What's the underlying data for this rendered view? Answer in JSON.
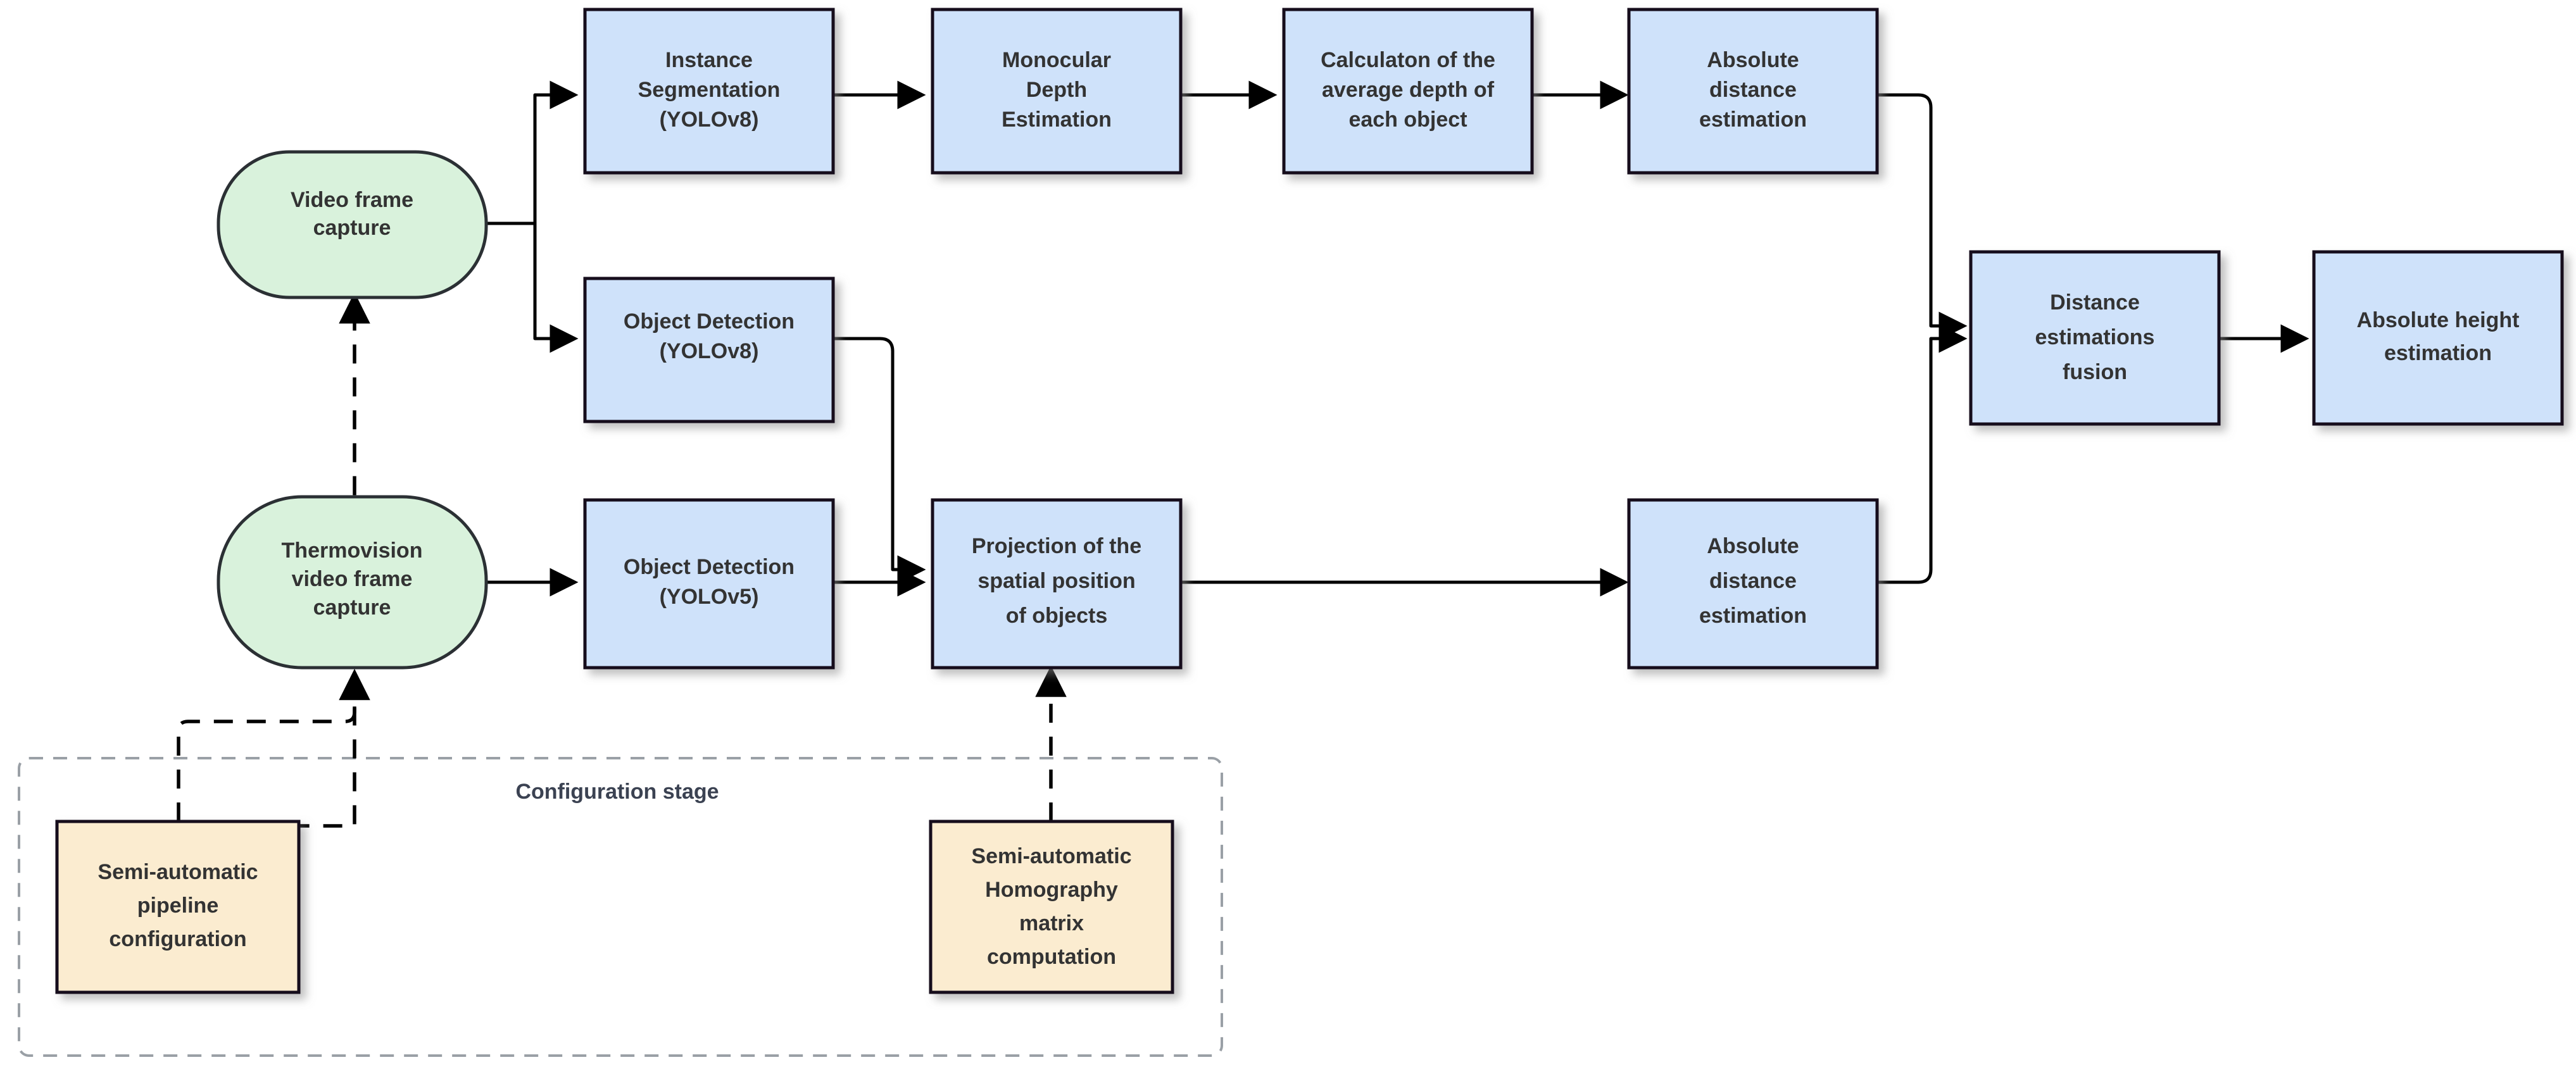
{
  "diagram": {
    "title_text": "",
    "colors": {
      "process_fill": "#cfe2fa",
      "terminator_fill": "#d9f2dc",
      "config_fill": "#fbecd0",
      "node_stroke": "#12101a",
      "edge_stroke": "#000000",
      "group_stroke": "#9aa0a6",
      "text": "#333333"
    },
    "group": {
      "label": "Configuration stage"
    },
    "nodes": {
      "video_frame_capture": {
        "label": "Video frame\ncapture",
        "lines": [
          "Video frame",
          "capture"
        ],
        "shape": "terminator"
      },
      "thermovision_capture": {
        "label": "Thermovision\nvideo frame\ncapture",
        "lines": [
          "Thermovision",
          "video frame",
          "capture"
        ],
        "shape": "terminator"
      },
      "instance_segmentation": {
        "label": "Instance\nSegmentation\n(YOLOv8)",
        "lines": [
          "Instance",
          "Segmentation",
          "(YOLOv8)"
        ],
        "shape": "process"
      },
      "monocular_depth": {
        "label": "Monocular\nDepth\nEstimation",
        "lines": [
          "Monocular",
          "Depth",
          "Estimation"
        ],
        "shape": "process"
      },
      "average_depth": {
        "label": "Calculaton of the\naverage depth of\neach object",
        "lines": [
          "Calculaton of the",
          "average depth of",
          "each object"
        ],
        "shape": "process"
      },
      "absolute_distance_top": {
        "label": "Absolute\ndistance\nestimation",
        "lines": [
          "Absolute",
          "distance",
          "estimation"
        ],
        "shape": "process"
      },
      "object_detection_v8": {
        "label": "Object Detection\n(YOLOv8)",
        "lines": [
          "Object Detection",
          "(YOLOv8)"
        ],
        "shape": "process"
      },
      "object_detection_v5": {
        "label": "Object Detection\n(YOLOv5)",
        "lines": [
          "Object Detection",
          "(YOLOv5)"
        ],
        "shape": "process"
      },
      "spatial_projection": {
        "label": "Projection of the\nspatial position\nof objects",
        "lines": [
          "Projection of the",
          "spatial position",
          "of objects"
        ],
        "shape": "process"
      },
      "absolute_distance_bottom": {
        "label": "Absolute\ndistance\nestimation",
        "lines": [
          "Absolute",
          "distance",
          "estimation"
        ],
        "shape": "process"
      },
      "distance_fusion": {
        "label": "Distance\nestimations\nfusion",
        "lines": [
          "Distance",
          "estimations",
          "fusion"
        ],
        "shape": "process"
      },
      "absolute_height": {
        "label": "Absolute height\nestimation",
        "lines": [
          "Absolute height",
          "estimation"
        ],
        "shape": "process"
      },
      "pipeline_configuration": {
        "label": "Semi-automatic\npipeline\nconfiguration",
        "lines": [
          "Semi-automatic",
          "pipeline",
          "configuration"
        ],
        "shape": "config"
      },
      "homography_computation": {
        "label": "Semi-automatic\nHomography\nmatrix\ncomputation",
        "lines": [
          "Semi-automatic",
          "Homography",
          "matrix",
          "computation"
        ],
        "shape": "config"
      }
    },
    "edges": [
      {
        "from": "video_frame_capture",
        "to": "instance_segmentation",
        "style": "solid"
      },
      {
        "from": "video_frame_capture",
        "to": "object_detection_v8",
        "style": "solid"
      },
      {
        "from": "instance_segmentation",
        "to": "monocular_depth",
        "style": "solid"
      },
      {
        "from": "monocular_depth",
        "to": "average_depth",
        "style": "solid"
      },
      {
        "from": "average_depth",
        "to": "absolute_distance_top",
        "style": "solid"
      },
      {
        "from": "absolute_distance_top",
        "to": "distance_fusion",
        "style": "solid"
      },
      {
        "from": "object_detection_v8",
        "to": "spatial_projection",
        "style": "solid"
      },
      {
        "from": "thermovision_capture",
        "to": "object_detection_v5",
        "style": "solid"
      },
      {
        "from": "object_detection_v5",
        "to": "spatial_projection",
        "style": "solid"
      },
      {
        "from": "spatial_projection",
        "to": "absolute_distance_bottom",
        "style": "solid"
      },
      {
        "from": "absolute_distance_bottom",
        "to": "distance_fusion",
        "style": "solid"
      },
      {
        "from": "distance_fusion",
        "to": "absolute_height",
        "style": "solid"
      },
      {
        "from": "pipeline_configuration",
        "to": "video_frame_capture",
        "style": "dashed"
      },
      {
        "from": "pipeline_configuration",
        "to": "thermovision_capture",
        "style": "dashed"
      },
      {
        "from": "homography_computation",
        "to": "spatial_projection",
        "style": "dashed"
      }
    ]
  }
}
